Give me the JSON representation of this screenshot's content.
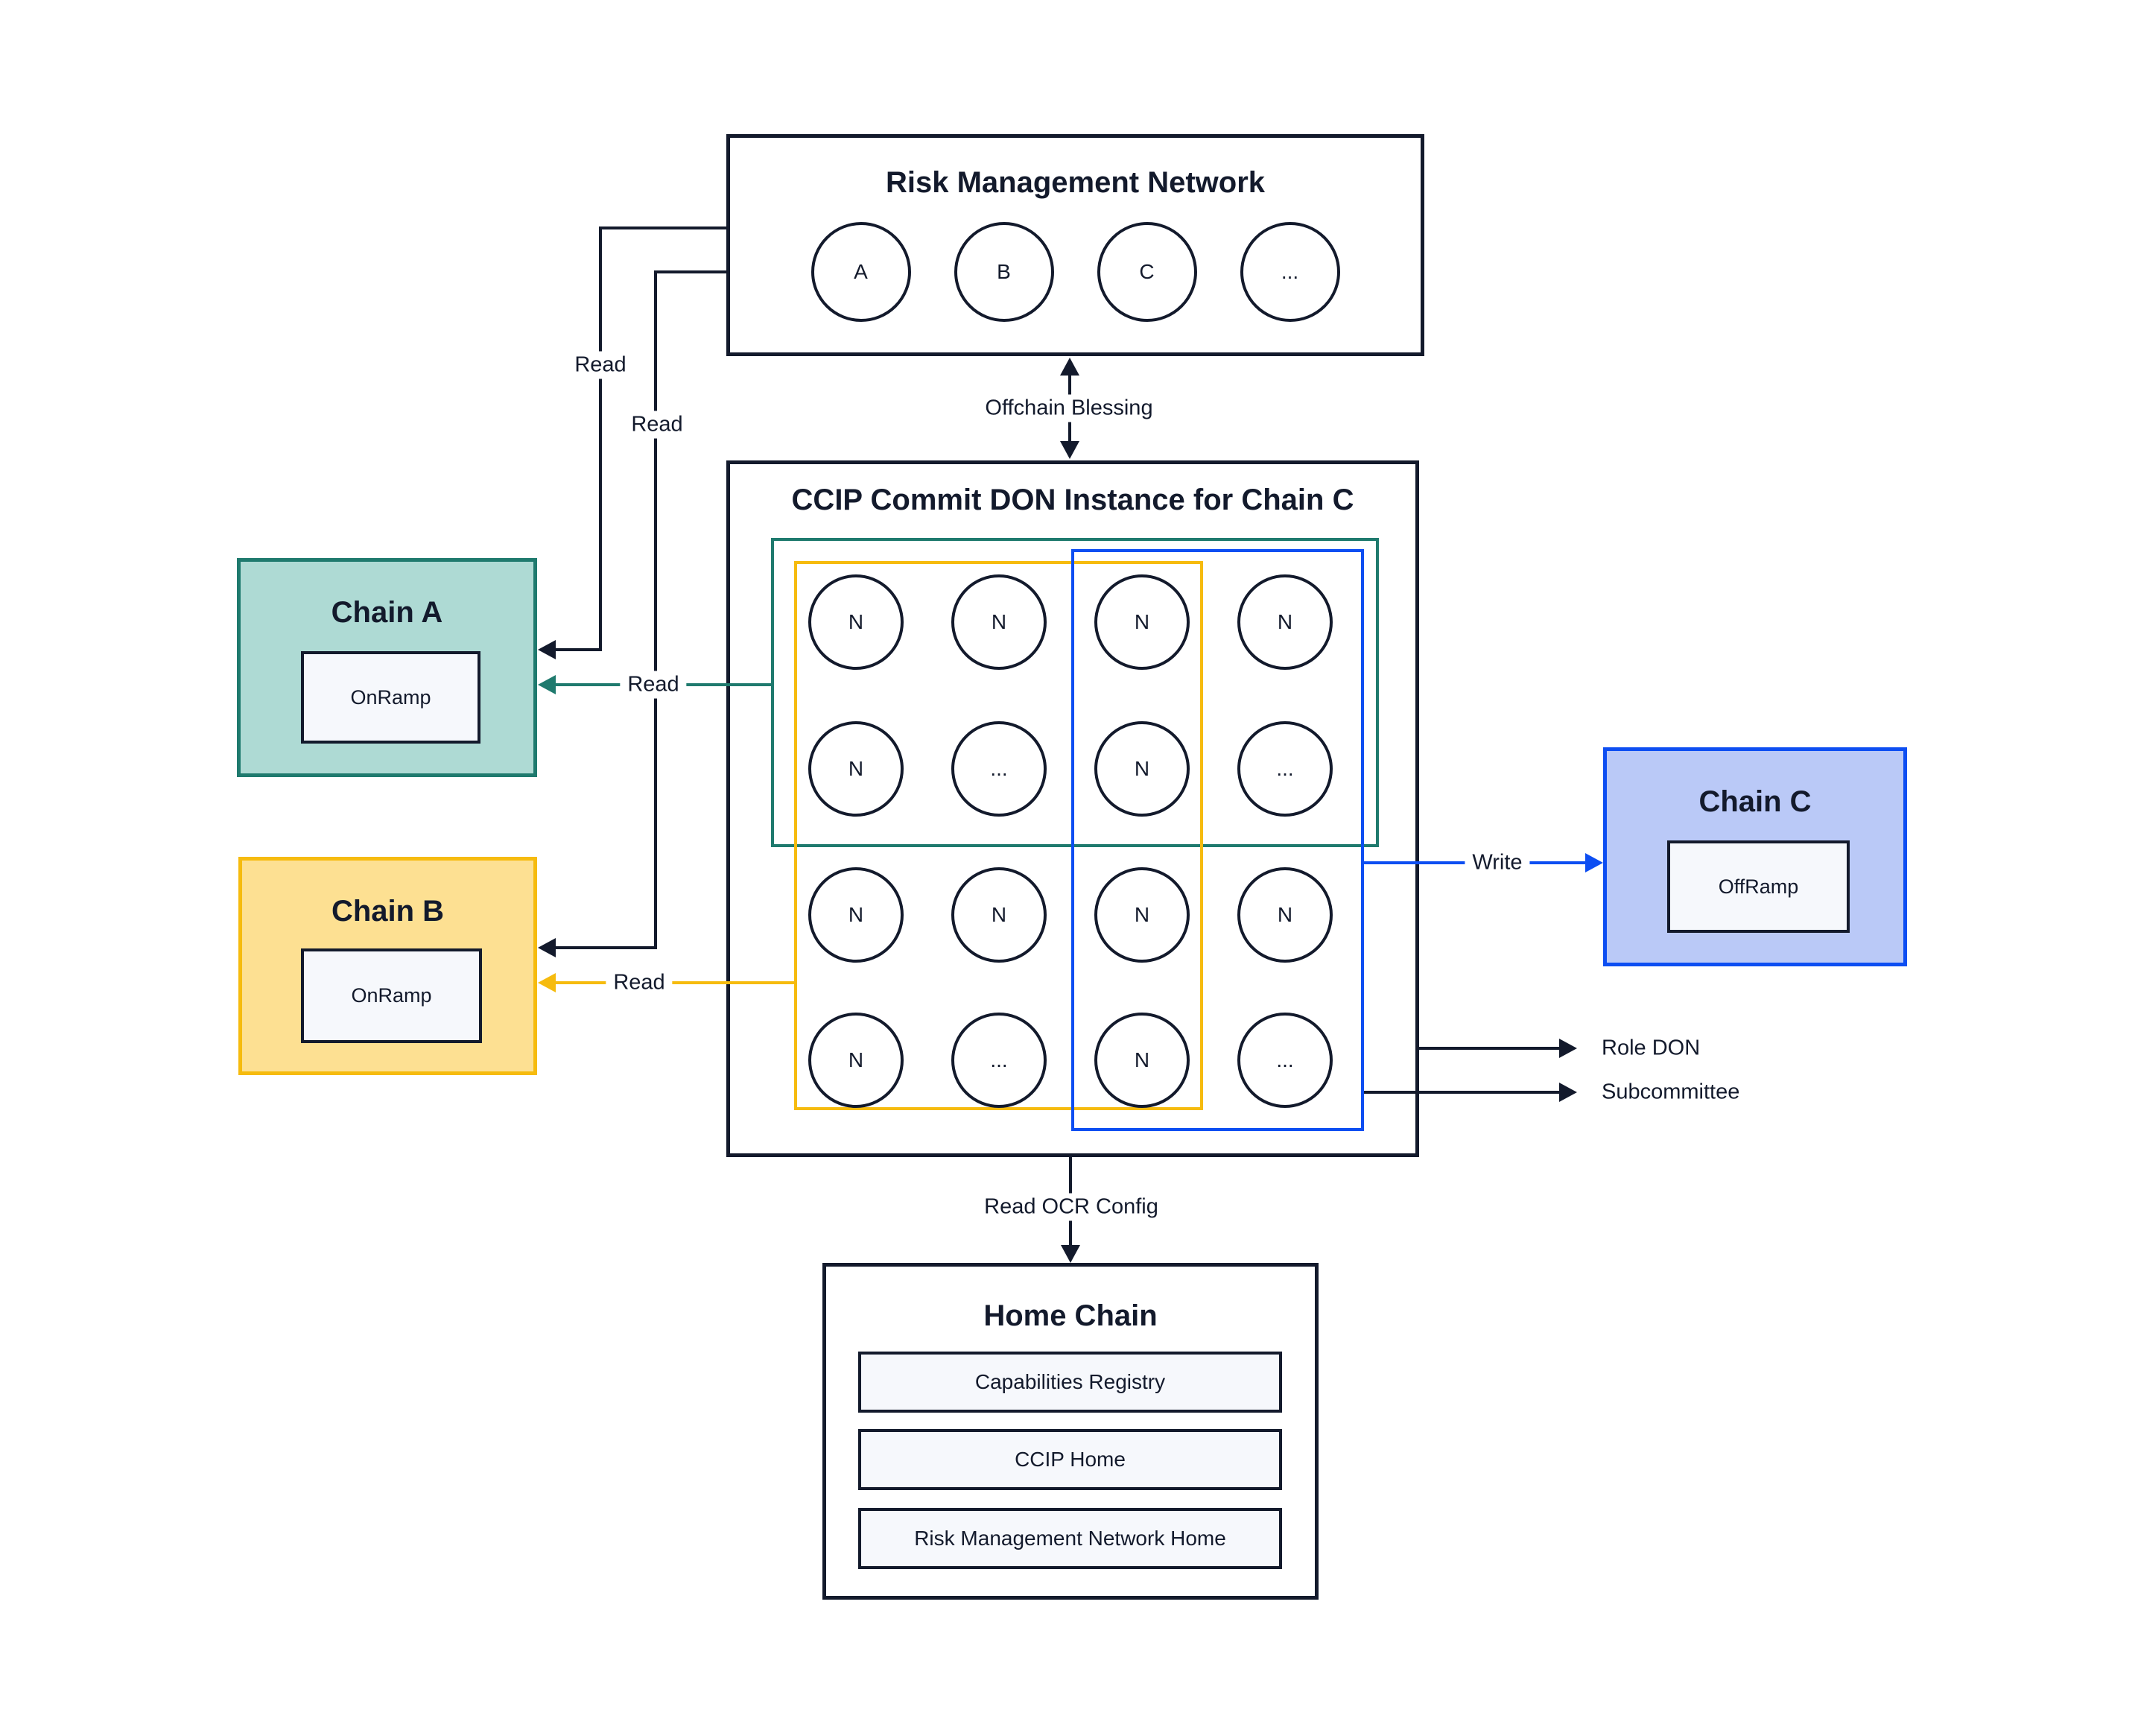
{
  "colors": {
    "ink": "#131a2c",
    "teal_border": "#1f7a6e",
    "teal_fill": "#aedad4",
    "yellow_border": "#f6bb0e",
    "yellow_fill": "#fde092",
    "blue_border": "#0d4ef2",
    "blue_fill": "#bac9f7",
    "panel_fill": "#f6f8fc",
    "white": "#ffffff"
  },
  "rmn": {
    "title": "Risk Management Network",
    "nodes": [
      "A",
      "B",
      "C",
      "..."
    ]
  },
  "ccip": {
    "title": "CCIP Commit DON Instance for Chain C",
    "grid": [
      [
        "N",
        "N",
        "N",
        "N"
      ],
      [
        "N",
        "...",
        "N",
        "..."
      ],
      [
        "N",
        "N",
        "N",
        "N"
      ],
      [
        "N",
        "...",
        "N",
        "..."
      ]
    ]
  },
  "chains": {
    "a": {
      "title": "Chain A",
      "contract": "OnRamp"
    },
    "b": {
      "title": "Chain B",
      "contract": "OnRamp"
    },
    "c": {
      "title": "Chain C",
      "contract": "OffRamp"
    }
  },
  "home": {
    "title": "Home Chain",
    "items": [
      "Capabilities Registry",
      "CCIP Home",
      "Risk Management Network Home"
    ]
  },
  "edges": {
    "offchain_blessing": "Offchain Blessing",
    "read_rmn_a": "Read",
    "read_rmn_b": "Read",
    "read_don_a": "Read",
    "read_don_b": "Read",
    "write": "Write",
    "role_don": "Role DON",
    "subcommittee": "Subcommittee",
    "read_ocr": "Read OCR Config"
  }
}
